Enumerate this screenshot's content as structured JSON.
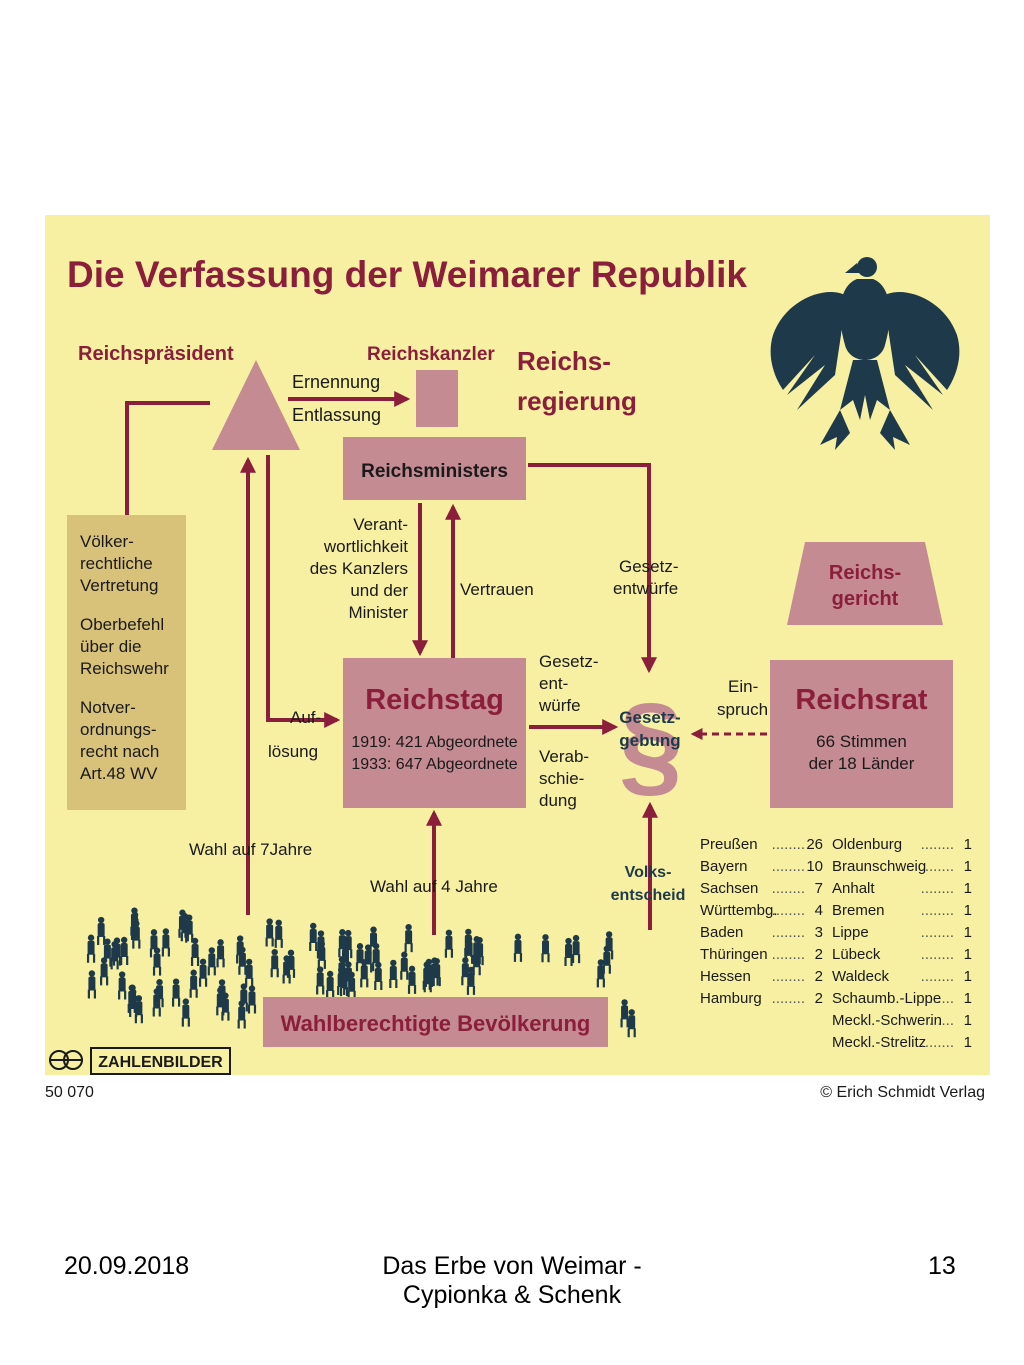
{
  "slide": {
    "date": "20.09.2018",
    "footer_line1": "Das Erbe von Weimar -",
    "footer_line2": "Cypionka & Schenk",
    "page_number": "13"
  },
  "colors": {
    "background": "#f7f0a3",
    "box": "#c48b92",
    "arrow": "#8b1e3a",
    "title": "#8b1e3a",
    "text": "#1a1a1a",
    "eagle": "#1e3a4a",
    "people": "#1e3a4a",
    "powers_box": "#d8c27a"
  },
  "diagram": {
    "title": "Die Verfassung der Weimarer Republik",
    "president": {
      "label": "Reichspräsident"
    },
    "chancellor": {
      "label": "Reichskanzler"
    },
    "government": {
      "line1": "Reichs-",
      "line2": "regierung"
    },
    "appointment": {
      "line1": "Ernennung",
      "line2": "Entlassung"
    },
    "ministers": {
      "label": "Reichsministers"
    },
    "powers": {
      "l1": "Völker-",
      "l2": "rechtliche",
      "l3": "Vertretung",
      "l4": "Oberbefehl",
      "l5": "über die",
      "l6": "Reichswehr",
      "l7": "Notver-",
      "l8": "ordnungs-",
      "l9": "recht nach",
      "l10": "Art.48 WV"
    },
    "responsibility": {
      "l1": "Verant-",
      "l2": "wortlichkeit",
      "l3": "des Kanzlers",
      "l4": "und der",
      "l5": "Minister"
    },
    "trust": "Vertrauen",
    "drafts_top": {
      "l1": "Gesetz-",
      "l2": "entwürfe"
    },
    "court": {
      "l1": "Reichs-",
      "l2": "gericht"
    },
    "dissolution": {
      "l1": "Auf-",
      "l2": "lösung"
    },
    "reichstag": {
      "label": "Reichstag",
      "seats1919": "1919: 421 Abgeordnete",
      "seats1933": "1933: 647 Abgeordnete"
    },
    "drafts_mid": {
      "l1": "Gesetz-",
      "l2": "ent-",
      "l3": "würfe"
    },
    "adoption": {
      "l1": "Verab-",
      "l2": "schie-",
      "l3": "dung"
    },
    "paragraph_sign": "§",
    "legislation": {
      "l1": "Gesetz-",
      "l2": "gebung"
    },
    "objection": {
      "l1": "Ein-",
      "l2": "spruch"
    },
    "reichsrat": {
      "label": "Reichsrat",
      "votes1": "66 Stimmen",
      "votes2": "der 18 Länder"
    },
    "election_president": "Wahl auf 7Jahre",
    "election_reichstag": "Wahl auf 4 Jahre",
    "referendum": {
      "l1": "Volks-",
      "l2": "entscheid"
    },
    "electorate": "Wahlberechtigte Bevölkerung",
    "states_left": [
      {
        "name": "Preußen",
        "votes": "26"
      },
      {
        "name": "Bayern",
        "votes": "10"
      },
      {
        "name": "Sachsen",
        "votes": "7"
      },
      {
        "name": "Württembg.",
        "votes": "4"
      },
      {
        "name": "Baden",
        "votes": "3"
      },
      {
        "name": "Thüringen",
        "votes": "2"
      },
      {
        "name": "Hessen",
        "votes": "2"
      },
      {
        "name": "Hamburg",
        "votes": "2"
      }
    ],
    "states_right": [
      {
        "name": "Oldenburg",
        "votes": "1"
      },
      {
        "name": "Braunschweig",
        "votes": "1"
      },
      {
        "name": "Anhalt",
        "votes": "1"
      },
      {
        "name": "Bremen",
        "votes": "1"
      },
      {
        "name": "Lippe",
        "votes": "1"
      },
      {
        "name": "Lübeck",
        "votes": "1"
      },
      {
        "name": "Waldeck",
        "votes": "1"
      },
      {
        "name": "Schaumb.-Lippe",
        "votes": "1"
      },
      {
        "name": "Meckl.-Schwerin",
        "votes": "1"
      },
      {
        "name": "Meckl.-Strelitz",
        "votes": "1"
      }
    ],
    "publisher_logo": "ZAHLENBILDER",
    "chart_number": "50 070",
    "copyright": "© Erich Schmidt Verlag"
  }
}
